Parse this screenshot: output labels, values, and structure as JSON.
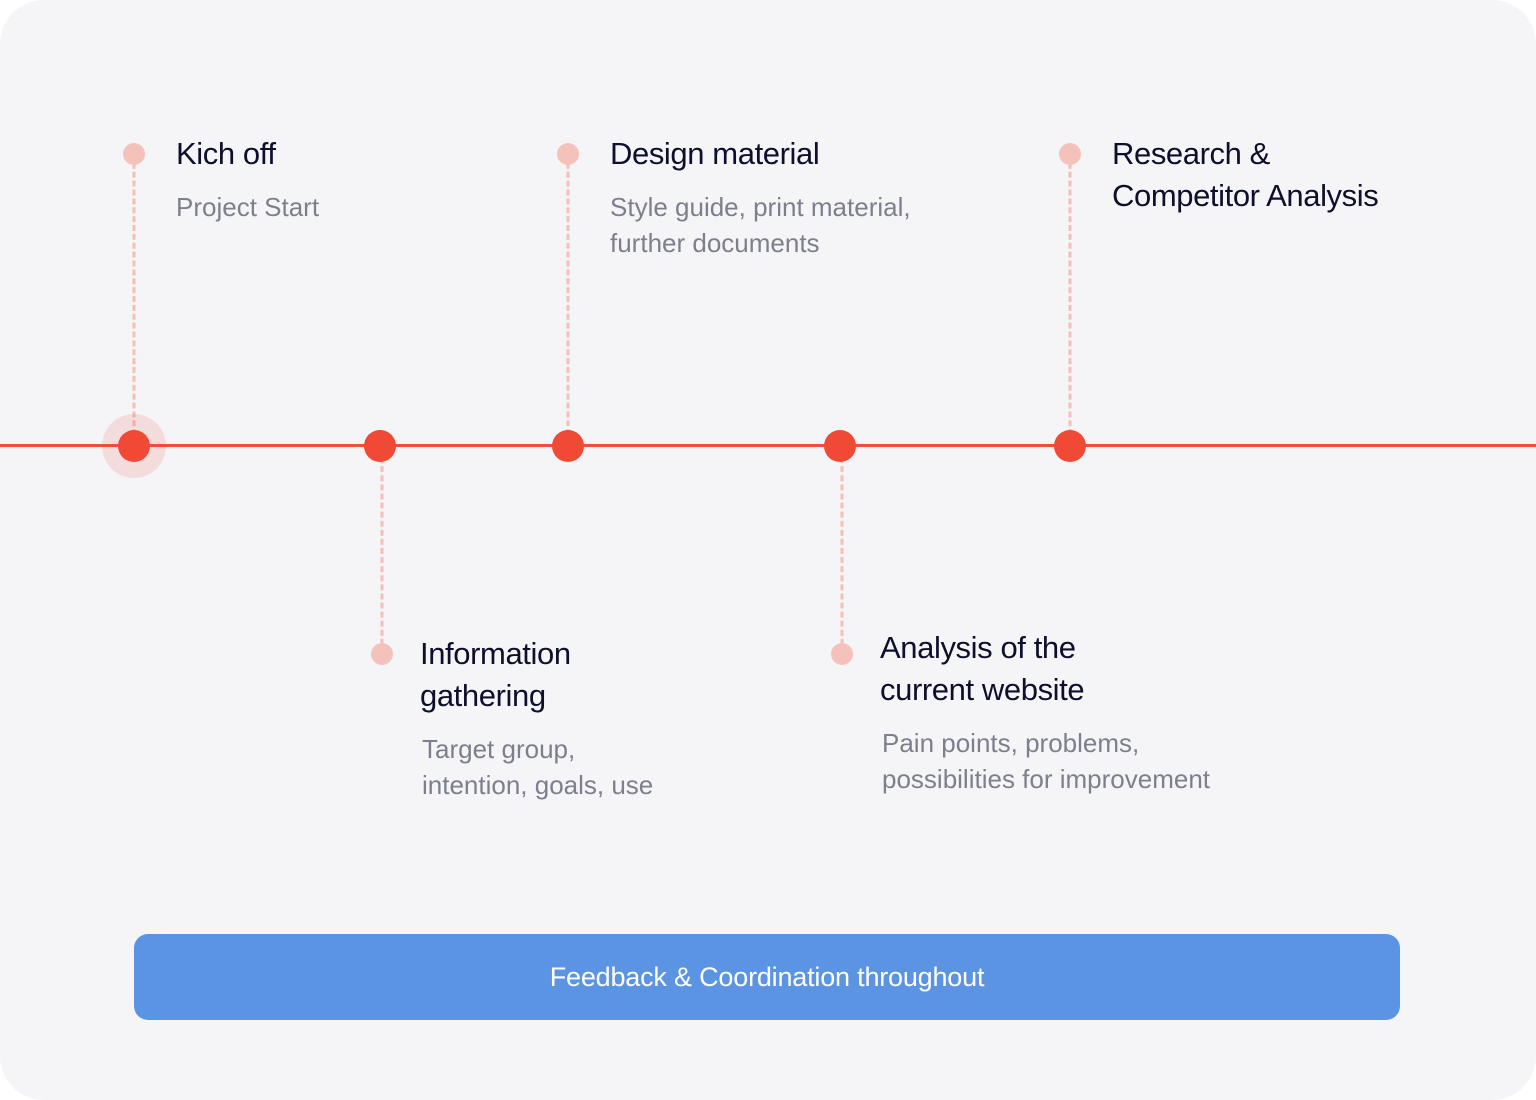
{
  "milestones": [
    {
      "id": "kick-off",
      "title_lines": [
        "Kich off"
      ],
      "description_lines": [
        "Project Start"
      ],
      "position": "above",
      "active": true
    },
    {
      "id": "information-gathering",
      "title_lines": [
        "Information",
        "gathering"
      ],
      "description_lines": [
        "Target group,",
        "intention, goals, use"
      ],
      "position": "below",
      "active": false
    },
    {
      "id": "design-material",
      "title_lines": [
        "Design material"
      ],
      "description_lines": [
        "Style guide, print material,",
        "further documents"
      ],
      "position": "above",
      "active": false
    },
    {
      "id": "analysis-current-website",
      "title_lines": [
        "Analysis of the",
        "current website"
      ],
      "description_lines": [
        "Pain points, problems,",
        "possibilities for improvement"
      ],
      "position": "below",
      "active": false
    },
    {
      "id": "research-competitor-analysis",
      "title_lines": [
        "Research &",
        "Competitor Analysis"
      ],
      "description_lines": [],
      "position": "above",
      "active": false
    }
  ],
  "feedback_bar": {
    "label": "Feedback & Coordination throughout"
  },
  "colors": {
    "background": "#f5f5f8",
    "timeline": "#ee4f3c",
    "node": "#f04a36",
    "connector": "#f3bfb7",
    "title": "#0d0f2b",
    "description": "#7d7f8c",
    "feedback_bar": "#5b94e3"
  }
}
